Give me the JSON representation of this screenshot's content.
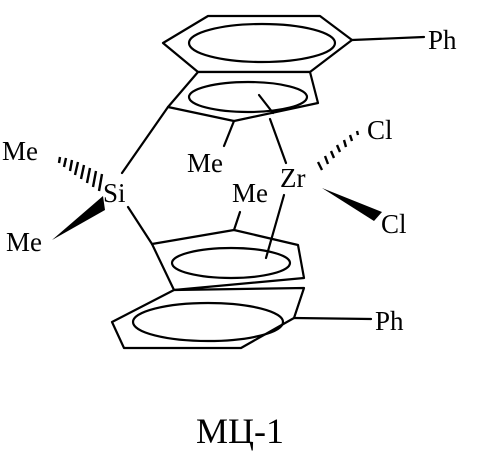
{
  "atoms": {
    "silicon": "Si",
    "zirconium": "Zr",
    "chlorine_top": "Cl",
    "chlorine_bottom": "Cl",
    "methyl_si_top": "Me",
    "methyl_si_bottom": "Me",
    "methyl_indenyl_top": "Me",
    "methyl_indenyl_bottom": "Me",
    "phenyl_top": "Ph",
    "phenyl_bottom": "Ph"
  },
  "caption": "МЦ-1"
}
